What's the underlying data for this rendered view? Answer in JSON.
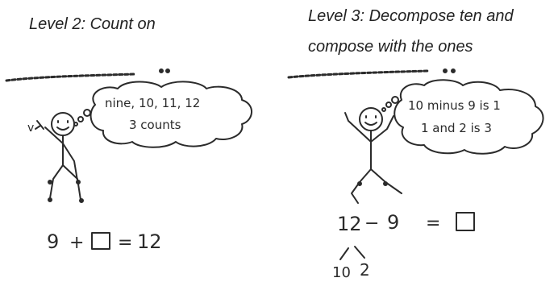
{
  "panels": [
    {
      "title": "Level 2: Count on",
      "thought": [
        "nine, 10, 11, 12",
        "3 counts"
      ],
      "equation": {
        "left": "9",
        "op": "+",
        "result": "12"
      }
    },
    {
      "title_lines": [
        "Level 3: Decompose ten and",
        "compose with the ones"
      ],
      "thought": [
        "10 minus 9 is 1",
        "1 and 2 is 3"
      ],
      "equation": {
        "left": "12",
        "op": "−",
        "right": "9"
      },
      "decomposition": [
        "10",
        "2"
      ]
    }
  ]
}
